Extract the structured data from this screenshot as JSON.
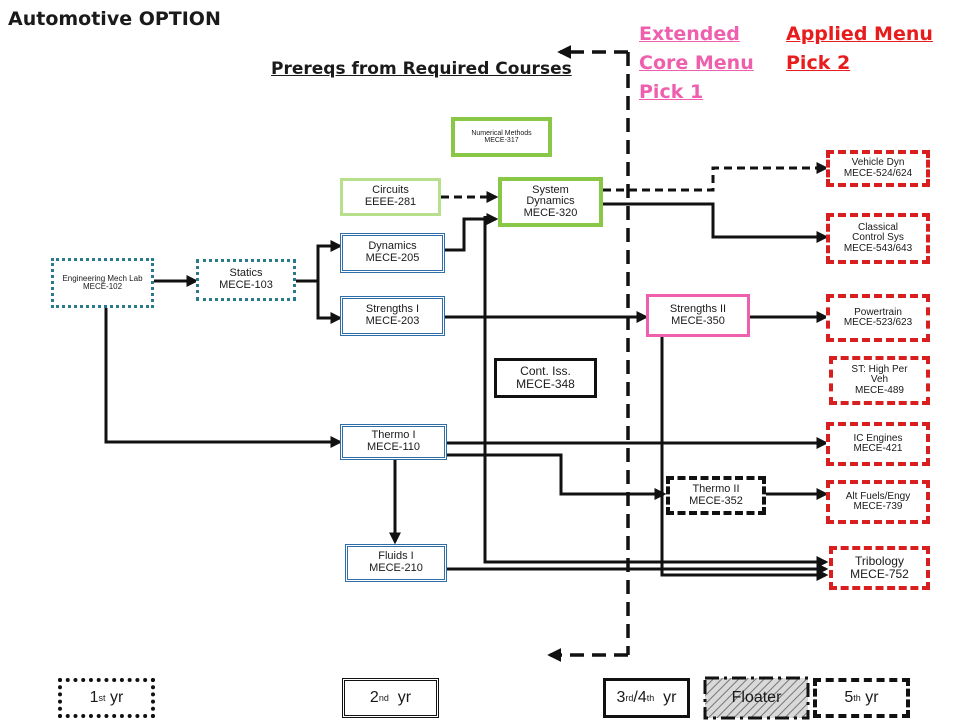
{
  "title": "Automotive OPTION",
  "prereq_title": "Prereqs from Required Courses",
  "menus": {
    "extended": {
      "lines": [
        "Extended",
        "Core Menu",
        "Pick 1"
      ],
      "color": "#ee5fae"
    },
    "applied": {
      "lines": [
        "Applied  Menu",
        "Pick 2"
      ],
      "color": "#e81c1c"
    }
  },
  "colors": {
    "year1": "#2b7a8c",
    "year2": "#2f6ea8",
    "extended_core": "#88c846",
    "year3_4": "#ee5fae",
    "applied": "#d81e1e",
    "arrows": "#111111"
  },
  "courses": {
    "eng_mech_lab": {
      "name": "Engineering  Mech Lab",
      "code": "MECE-102"
    },
    "statics": {
      "name": "Statics",
      "code": "MECE-103"
    },
    "dynamics": {
      "name": "Dynamics",
      "code": "MECE-205"
    },
    "strengths1": {
      "name": "Strengths I",
      "code": "MECE-203"
    },
    "thermo1": {
      "name": "Thermo  I",
      "code": "MECE-110"
    },
    "fluids1": {
      "name": "Fluids I",
      "code": "MECE-210"
    },
    "circuits": {
      "name": "Circuits",
      "code": "EEEE-281"
    },
    "numerical": {
      "name": "Numerical Methods",
      "code": "MECE-317"
    },
    "system_dynamics": {
      "name": "System Dynamics",
      "code": "MECE-320"
    },
    "cont_iss": {
      "name": "Cont. Iss.",
      "code": "MECE-348"
    },
    "strengths2": {
      "name": "Strengths II",
      "code": "MECE-350"
    },
    "thermo2": {
      "name": "Thermo II",
      "code": "MECE-352"
    },
    "vehicle_dyn": {
      "name": "Vehicle Dyn",
      "code": "MECE-524/624"
    },
    "classical_control": {
      "name": "Classical Control Sys",
      "code": "MECE-543/643"
    },
    "powertrain": {
      "name": "Powertrain",
      "code": "MECE-523/623"
    },
    "high_perf_veh": {
      "name": "ST: High Per Veh",
      "code": "MECE-489"
    },
    "ic_engines": {
      "name": "IC Engines",
      "code": "MECE-421"
    },
    "alt_fuels": {
      "name": "Alt Fuels/Engy",
      "code": "MECE-739"
    },
    "tribology": {
      "name": "Tribology",
      "code": "MECE-752"
    }
  },
  "legend": {
    "first": {
      "num": "1",
      "sup": "st",
      "label": " yr"
    },
    "second": {
      "num": "2",
      "sup": "nd",
      "label": "  yr"
    },
    "third_fourth": {
      "num": "3",
      "sup": "rd",
      "mid": "/4",
      "sup2": "th",
      "label": "  yr"
    },
    "floater": {
      "label": "Floater"
    },
    "fifth": {
      "num": "5",
      "sup": "th",
      "label": " yr"
    }
  }
}
